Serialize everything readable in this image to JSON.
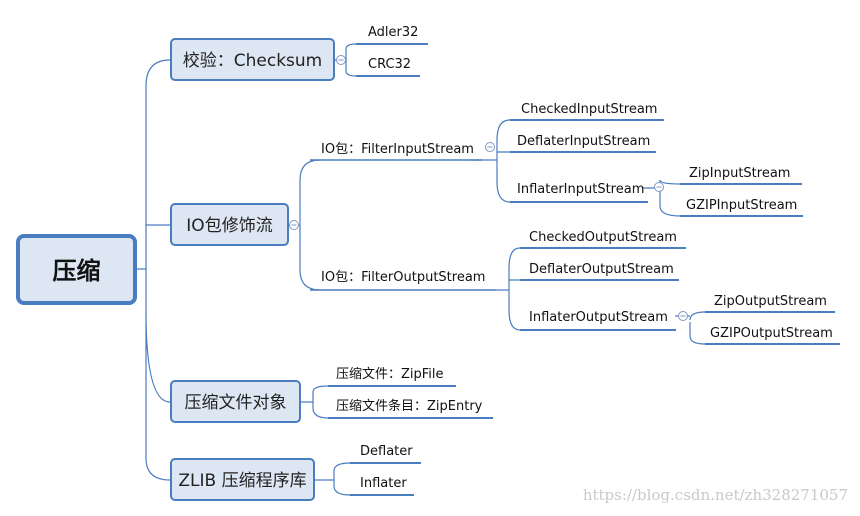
{
  "root": {
    "label": "压缩"
  },
  "nodes": {
    "checksum": {
      "label": "校验：Checksum"
    },
    "adler32": {
      "label": "Adler32"
    },
    "crc32": {
      "label": "CRC32"
    },
    "io": {
      "label": "IO包修饰流"
    },
    "filter_in": {
      "label": "IO包：FilterInputStream"
    },
    "checked_in": {
      "label": "CheckedInputStream"
    },
    "deflater_in": {
      "label": "DeflaterInputStream"
    },
    "inflater_in": {
      "label": "InflaterInputStream"
    },
    "zip_in": {
      "label": "ZipInputStream"
    },
    "gzip_in": {
      "label": "GZIPInputStream"
    },
    "filter_out": {
      "label": "IO包：FilterOutputStream"
    },
    "checked_out": {
      "label": "CheckedOutputStream"
    },
    "deflater_out": {
      "label": "DeflaterOutputStream"
    },
    "inflater_out": {
      "label": "InflaterOutputStream"
    },
    "zip_out": {
      "label": "ZipOutputStream"
    },
    "gzip_out": {
      "label": "GZIPOutputStream"
    },
    "files": {
      "label": "压缩文件对象"
    },
    "zipfile": {
      "label": "压缩文件：ZipFile"
    },
    "zipentry": {
      "label": "压缩文件条目：ZipEntry"
    },
    "zlib": {
      "label": "ZLIB 压缩程序库"
    },
    "deflater": {
      "label": "Deflater"
    },
    "inflater": {
      "label": "Inflater"
    }
  },
  "watermark": {
    "text": "https://blog.csdn.net/zh328271057"
  },
  "colors": {
    "accent": "#4a7cc0",
    "node_fill": "#dde7f4",
    "collapse": "#7f97c4"
  },
  "icons": {
    "collapse": "minus-circle-icon"
  }
}
